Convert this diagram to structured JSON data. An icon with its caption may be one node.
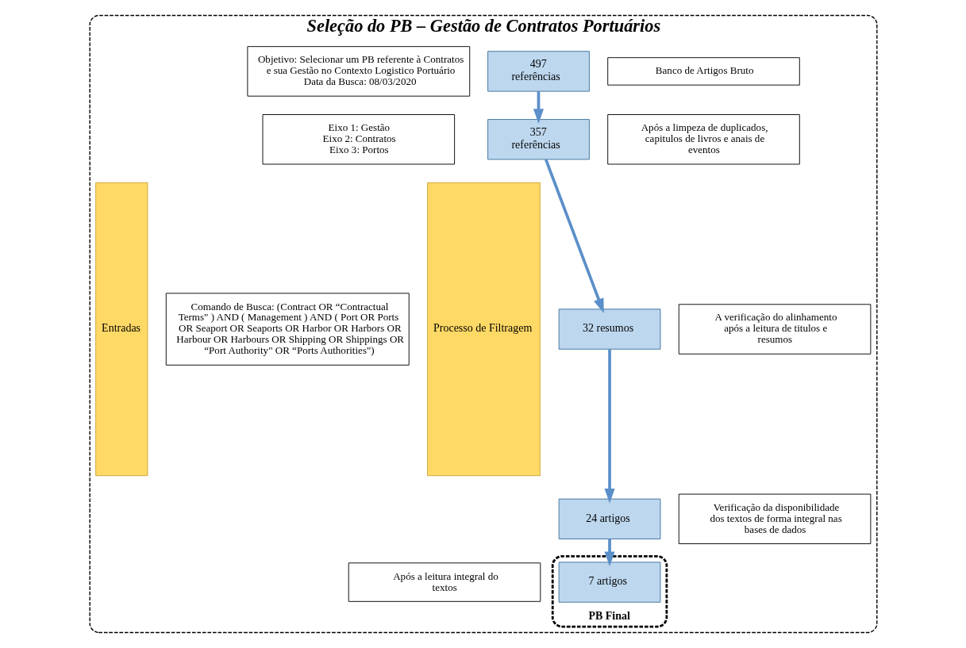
{
  "diagram": {
    "nodes": [
      {
        "text": [
          "Seleção do PB – Gestão de Contratos Portuários"
        ]
      },
      {
        "text": [
          "Entradas"
        ],
        "in": 0
      },
      {
        "text": [
          "Objetivo: Selecionar um PB referente à Contratos e sua Gestão no Contexto Logistico Portuário",
          "Data da Busca: 08/03/2020"
        ],
        "in": 0
      },
      {
        "text": [
          "Eixo 1: Gestão",
          "Eixo 2: Contratos",
          "Eixo 3: Portos"
        ],
        "in": 0
      },
      {
        "text": [
          "Comando de Busca: (Contract OR “Contractual Terms\" ) AND ( Management ) AND ( Port OR Ports OR Seaport OR Seaports OR Harbor OR Harbors OR Harbour OR Harbours OR Shipping OR Shippings OR “Port Authority\" OR “Ports Authorities\")"
        ],
        "in": 0
      },
      {
        "text": [
          "Processo de Filtragem"
        ],
        "in": 0
      },
      {
        "text": [
          "497 referências"
        ],
        "in": 0
      },
      {
        "text": [
          "357 referências"
        ],
        "in": 0
      },
      {
        "text": [
          "32 resumos"
        ],
        "in": 0
      },
      {
        "text": [
          "24 artigos"
        ],
        "in": 0
      },
      {
        "text": [
          "PB Final"
        ],
        "in": 0
      },
      {
        "text": [
          "7 artigos"
        ],
        "in": 10
      },
      {
        "text": [
          "Banco de Artigos Bruto"
        ],
        "in": 0
      },
      {
        "text": [
          "Após a limpeza de duplicados, capitulos de livros e anais de eventos"
        ],
        "in": 0
      },
      {
        "text": [
          "A verificação do alinhamento após a leitura de titulos e resumos"
        ],
        "in": 0
      },
      {
        "text": [
          "Verificação da disponibilidade dos textos de forma integral nas bases de dados"
        ],
        "in": 0
      },
      {
        "text": [
          "Após a leitura integral do textos"
        ],
        "in": 0
      }
    ],
    "edges": [
      {
        "from": 6,
        "to": 7,
        "arrow": "to"
      },
      {
        "from": 7,
        "to": 8,
        "arrow": "to"
      },
      {
        "from": 8,
        "to": 9,
        "arrow": "to"
      },
      {
        "from": 9,
        "to": 11,
        "arrow": "to"
      }
    ]
  }
}
